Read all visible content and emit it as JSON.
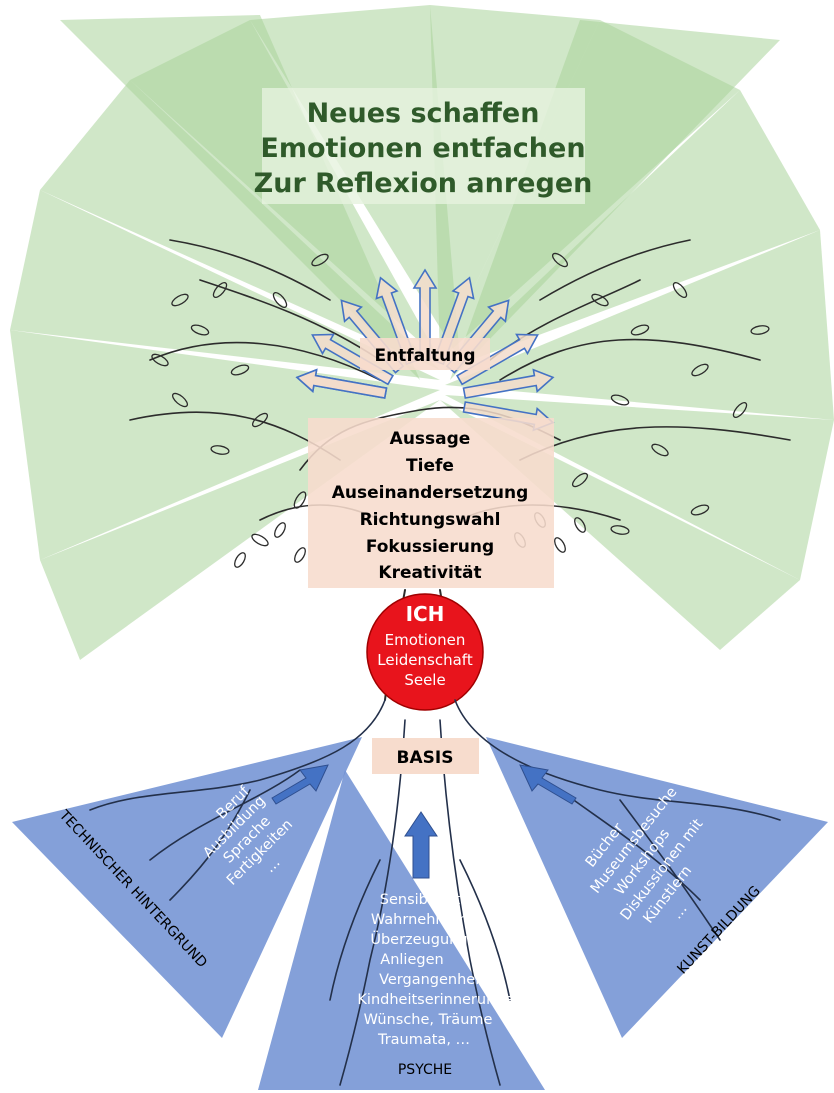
{
  "canopy": {
    "lines": [
      "Neues schaffen",
      "Emotionen entfachen",
      "Zur Reflexion anregen"
    ]
  },
  "entfaltung": "Entfaltung",
  "trunk_box": {
    "lines": [
      "Aussage",
      "Tiefe",
      "Auseinandersetzung",
      "Richtungswahl",
      "Fokussierung",
      "Kreativität"
    ]
  },
  "ich": {
    "title": "ICH",
    "lines": [
      "Emotionen",
      "Leidenschaft",
      "Seele"
    ]
  },
  "basis": "BASIS",
  "left_triangle": {
    "label": "TECHNISCHER HINTERGRUND",
    "items": [
      "Beruf",
      "Ausbildung",
      "Sprache",
      "Fertigkeiten",
      "…"
    ]
  },
  "middle_triangle": {
    "label": "PSYCHE",
    "items": [
      "Sensibilität",
      "Wahrnehmung",
      "Überzeugungen",
      "Anliegen",
      "Vergangenheit",
      "Kindheitserinnerungen",
      "Wünsche, Träume",
      "Traumata, …"
    ]
  },
  "right_triangle": {
    "label": "KUNST-BILDUNG",
    "items": [
      "Bücher",
      "Museumsbesuche",
      "Workshops",
      "Diskussionen mit",
      "Künstlern",
      "…"
    ]
  },
  "colors": {
    "green": "#8cc47a",
    "blue": "#6f8fd2",
    "peach": "#f7dccd",
    "red": "#e8141c",
    "title_green": "#2f5a2a",
    "arrow_blue": "#4472c4"
  }
}
